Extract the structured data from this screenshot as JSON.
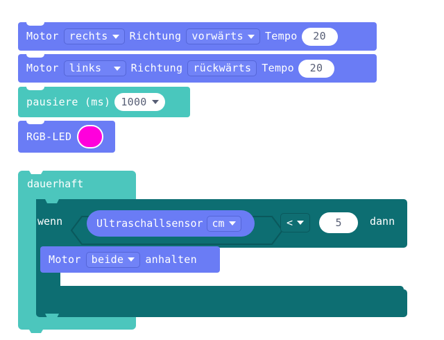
{
  "editor": {
    "name": "block-editor-canvas",
    "background": "#ffffff",
    "language": "de"
  },
  "palette": {
    "motor_block": "#6a7cf5",
    "motor_field": "#7183f7",
    "pause_block": "#49c7bd",
    "loop_block": "#4cc6bd",
    "if_block": "#0d6e72",
    "if_field": "#0f6e72",
    "reporter_block": "#6a7cf5",
    "number_field_bg": "#ffffff",
    "number_field_text": "#575e75",
    "led_color": "#ff00dc",
    "text": "#ffffff"
  },
  "stack_main": {
    "name": "main-block-stack",
    "blocks": [
      {
        "id": "motor-rechts-block",
        "kind": "statement",
        "label_1": "Motor",
        "dropdown_1": "rechts",
        "label_2": "Richtung",
        "dropdown_2": "vorwärts",
        "label_3": "Tempo",
        "value": "20"
      },
      {
        "id": "motor-links-block",
        "kind": "statement",
        "label_1": "Motor",
        "dropdown_1": "links",
        "label_2": "Richtung",
        "dropdown_2": "rückwärts",
        "label_3": "Tempo",
        "value": "20"
      },
      {
        "id": "pause-block",
        "kind": "statement",
        "label_1": "pausiere (ms)",
        "value": "1000"
      },
      {
        "id": "rgb-led-block",
        "kind": "statement",
        "label_1": "RGB-LED",
        "color_value": "#ff00dc"
      }
    ]
  },
  "stack_loop": {
    "name": "forever-loop-stack",
    "loop_label": "dauerhaft",
    "if_block": {
      "name": "if-then-block",
      "prefix_label": "wenn",
      "suffix_label": "dann",
      "condition": {
        "name": "comparison-condition",
        "reporter_label": "Ultraschallsensor",
        "reporter_unit": "cm",
        "operator": "<",
        "operand": "5"
      },
      "body": [
        {
          "id": "motor-anhalten-block",
          "label_1": "Motor",
          "dropdown_1": "beide",
          "label_2": "anhalten"
        }
      ]
    }
  },
  "icons": {
    "caret": "chevron-down-icon",
    "color_swatch": "color-swatch-icon"
  }
}
